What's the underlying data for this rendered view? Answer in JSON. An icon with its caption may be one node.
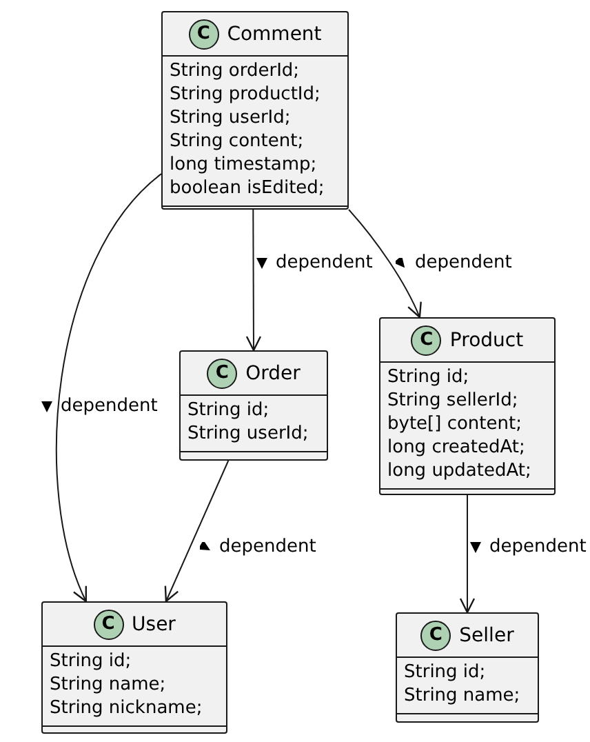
{
  "diagram": {
    "nodes": [
      {
        "text": [
          "C",
          "Comment",
          "String orderId;",
          "String productId;",
          "String userId;",
          "String content;",
          "long timestamp;",
          "boolean isEdited;"
        ]
      },
      {
        "text": [
          "C",
          "Order",
          "String id;",
          "String userId;"
        ]
      },
      {
        "text": [
          "C",
          "Product",
          "String id;",
          "String sellerId;",
          "byte[] content;",
          "long createdAt;",
          "long updatedAt;"
        ]
      },
      {
        "text": [
          "C",
          "User",
          "String id;",
          "String name;",
          "String nickname;"
        ]
      },
      {
        "text": [
          "C",
          "Seller",
          "String id;",
          "String name;"
        ]
      }
    ],
    "edges": [
      {
        "from": 0,
        "to": 3,
        "arrow": "to",
        "label": "dependent"
      },
      {
        "from": 0,
        "to": 1,
        "arrow": "to",
        "label": "dependent"
      },
      {
        "from": 0,
        "to": 2,
        "arrow": "to",
        "label": "dependent"
      },
      {
        "from": 1,
        "to": 3,
        "arrow": "to",
        "label": "dependent"
      },
      {
        "from": 2,
        "to": 4,
        "arrow": "to",
        "label": "dependent"
      }
    ]
  }
}
